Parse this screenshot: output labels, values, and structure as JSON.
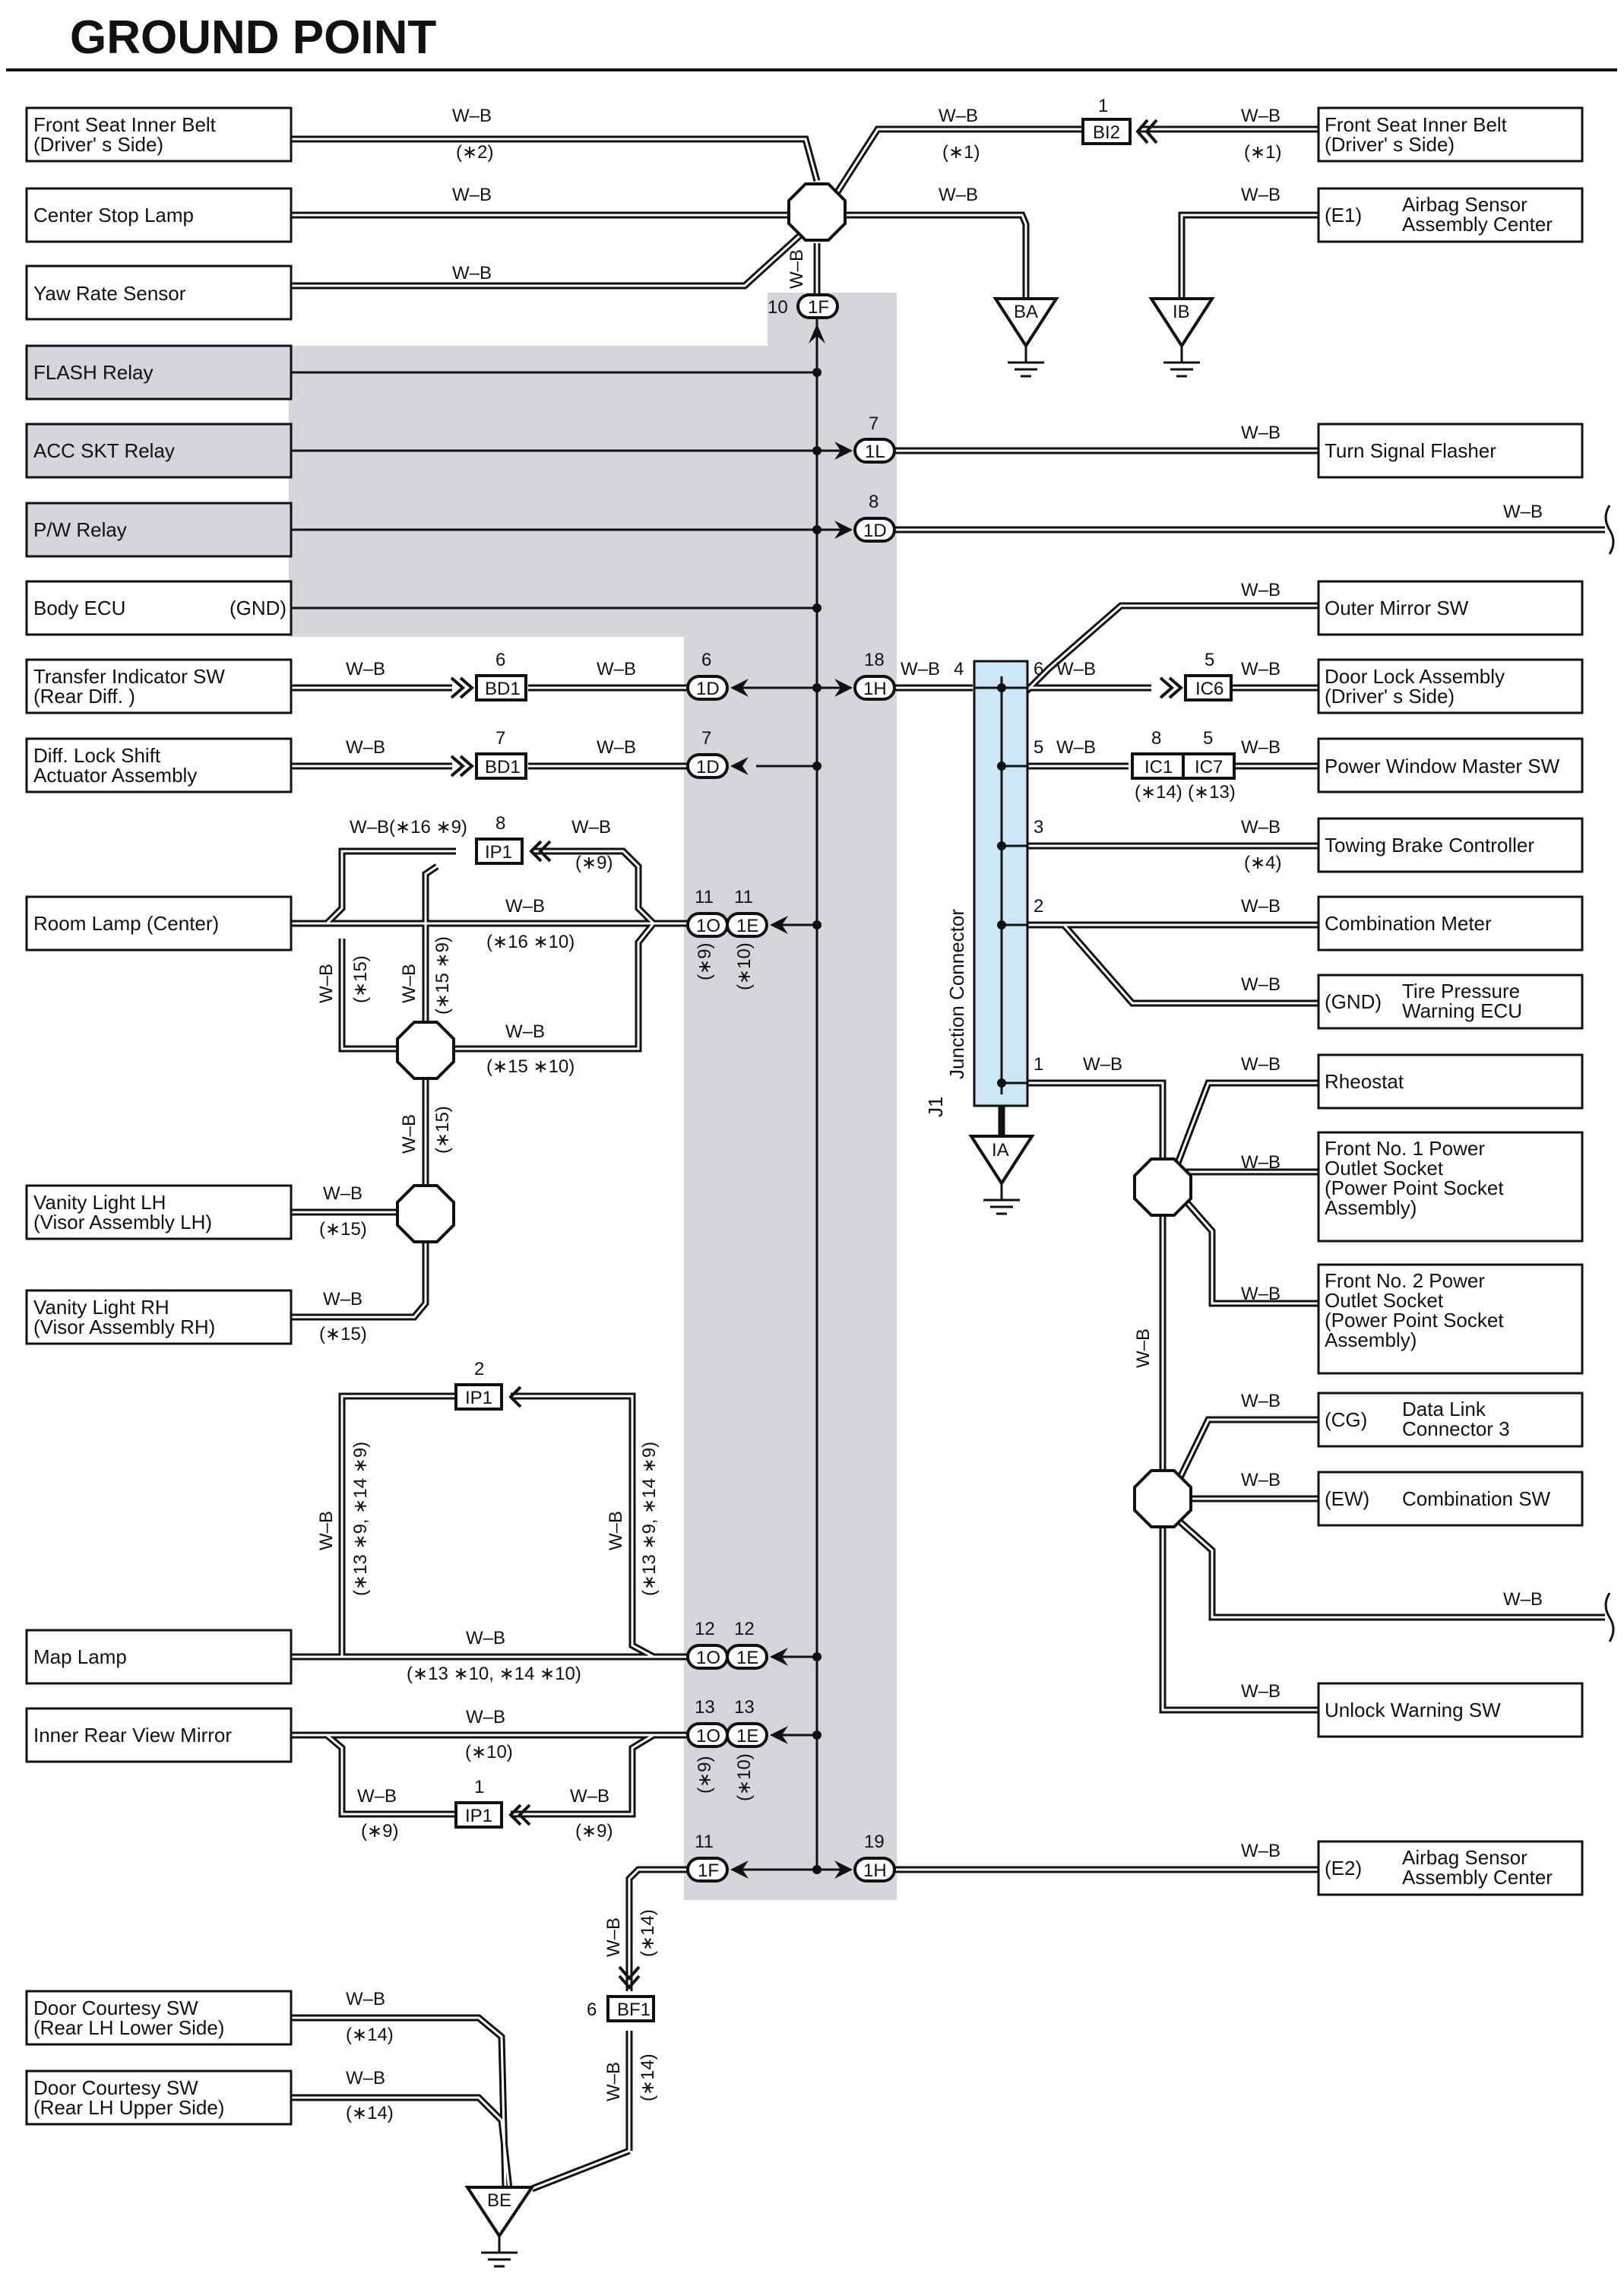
{
  "title": "GROUND POINT",
  "wire_color": "W–B",
  "colors": {
    "gray_band": "#d4d6d9",
    "junction_fill": "#cde6f5",
    "line": "#111111"
  },
  "components": {
    "front_seat_belt_left": [
      "Front Seat Inner Belt",
      "(Driver' s Side)"
    ],
    "center_stop_lamp": [
      "Center Stop Lamp"
    ],
    "yaw_rate_sensor": [
      "Yaw Rate Sensor"
    ],
    "flash_relay": [
      "FLASH Relay"
    ],
    "acc_skt_relay": [
      "ACC SKT Relay"
    ],
    "pw_relay": [
      "P/W Relay"
    ],
    "body_ecu": [
      "Body ECU"
    ],
    "body_ecu_gnd": "(GND)",
    "transfer_indicator": [
      "Transfer Indicator SW",
      "(Rear Diff. )"
    ],
    "diff_lock": [
      "Diff.  Lock Shift",
      "Actuator Assembly"
    ],
    "room_lamp": [
      "Room Lamp (Center)"
    ],
    "vanity_lh": [
      "Vanity Light LH",
      "(Visor Assembly LH)"
    ],
    "vanity_rh": [
      "Vanity Light RH",
      "(Visor Assembly RH)"
    ],
    "map_lamp": [
      "Map Lamp"
    ],
    "inner_rear_mirror": [
      "Inner Rear View Mirror"
    ],
    "door_courtesy_lower": [
      "Door Courtesy SW",
      "(Rear LH Lower Side)"
    ],
    "door_courtesy_upper": [
      "Door Courtesy SW",
      "(Rear LH Upper Side)"
    ],
    "front_seat_belt_right": [
      "Front Seat Inner Belt",
      "(Driver' s Side)"
    ],
    "airbag_center_e1": [
      "Airbag Sensor",
      "Assembly Center"
    ],
    "airbag_center_e1_pin": "(E1)",
    "turn_signal_flasher": [
      "Turn Signal Flasher"
    ],
    "outer_mirror_sw": [
      "Outer Mirror SW"
    ],
    "door_lock_assembly": [
      "Door Lock Assembly",
      "(Driver' s Side)"
    ],
    "power_window_master": [
      "Power Window Master SW"
    ],
    "towing_brake": [
      "Towing Brake Controller"
    ],
    "combination_meter": [
      "Combination Meter"
    ],
    "tire_pressure_ecu": [
      "Tire Pressure",
      "Warning ECU"
    ],
    "tire_pressure_pin": "(GND)",
    "rheostat": [
      "Rheostat"
    ],
    "power_outlet_1": [
      "Front No. 1 Power",
      "Outlet Socket",
      "(Power Point Socket",
      " Assembly)"
    ],
    "power_outlet_2": [
      "Front No. 2 Power",
      "Outlet Socket",
      "(Power Point Socket",
      " Assembly)"
    ],
    "data_link_connector": [
      "Data Link",
      "Connector 3"
    ],
    "data_link_pin": "(CG)",
    "combination_sw": [
      "Combination SW"
    ],
    "combination_sw_pin": "(EW)",
    "unlock_warning_sw": [
      "Unlock Warning SW"
    ],
    "airbag_center_e2": [
      "Airbag Sensor",
      "Assembly Center"
    ],
    "airbag_center_e2_pin": "(E2)"
  },
  "connectors": {
    "BI2": "BI2",
    "BD1": "BD1",
    "IP1": "IP1",
    "IC6": "IC6",
    "IC1": "IC1",
    "IC7": "IC7",
    "BF1": "BF1",
    "1F": "1F",
    "1L": "1L",
    "1D": "1D",
    "1H": "1H",
    "1O": "1O",
    "1E": "1E"
  },
  "grounds": {
    "BA": "BA",
    "IB": "IB",
    "IA": "IA",
    "BE": "BE"
  },
  "junction": {
    "id": "J1",
    "name": "Junction Connector"
  },
  "notes": {
    "n1": "(∗1)",
    "n2": "(∗2)",
    "n4": "(∗4)",
    "n9": "(∗9)",
    "n10": "(∗10)",
    "n13": "(∗13)",
    "n14": "(∗14)",
    "n15": "(∗15)",
    "n15_9": "(∗15 ∗9)",
    "n16_10": "(∗16 ∗10)",
    "n15_10": "(∗15 ∗10)",
    "n13_10_14_10": "(∗13 ∗10, ∗14 ∗10)",
    "n13_9_14_9": "(∗13 ∗9, ∗14 ∗9)",
    "wb_16_9": "W–B(∗16 ∗9)"
  },
  "pins": {
    "p1": "1",
    "p2": "2",
    "p3": "3",
    "p4": "4",
    "p5": "5",
    "p6": "6",
    "p7": "7",
    "p8": "8",
    "p10": "10",
    "p11": "11",
    "p12": "12",
    "p13": "13",
    "p18": "18",
    "p19": "19"
  }
}
